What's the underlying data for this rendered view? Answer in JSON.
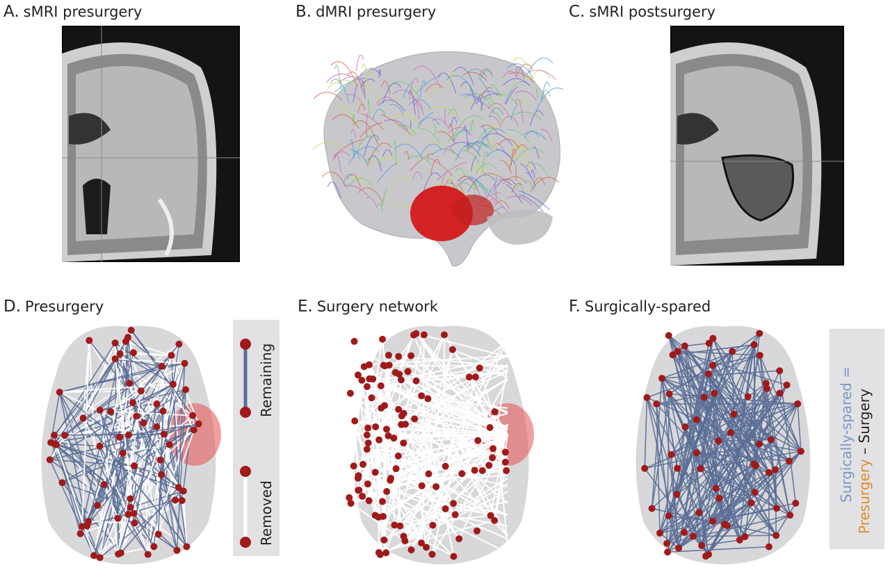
{
  "panels": {
    "a": {
      "letter": "A.",
      "title": "sMRI presurgery"
    },
    "b": {
      "letter": "B.",
      "title": "dMRI presurgery"
    },
    "c": {
      "letter": "C.",
      "title": "sMRI postsurgery"
    },
    "d": {
      "letter": "D.",
      "title": "Presurgery"
    },
    "e": {
      "letter": "E.",
      "title": "Surgery network"
    },
    "f": {
      "letter": "F.",
      "title": "Surgically-spared"
    }
  },
  "legend_d": {
    "remaining": "Remaining",
    "removed": "Removed"
  },
  "legend_f": {
    "lhs": "Surgically-spared =",
    "term1": "Presurgery",
    "minus": " – ",
    "term2": "Surgery"
  },
  "colors": {
    "remaining": "#5a6e96",
    "removed": "#ffffff",
    "node": "#a01a1a",
    "spared": "#7b96c8",
    "presurgery": "#e08a28",
    "resection": "#e85050"
  }
}
